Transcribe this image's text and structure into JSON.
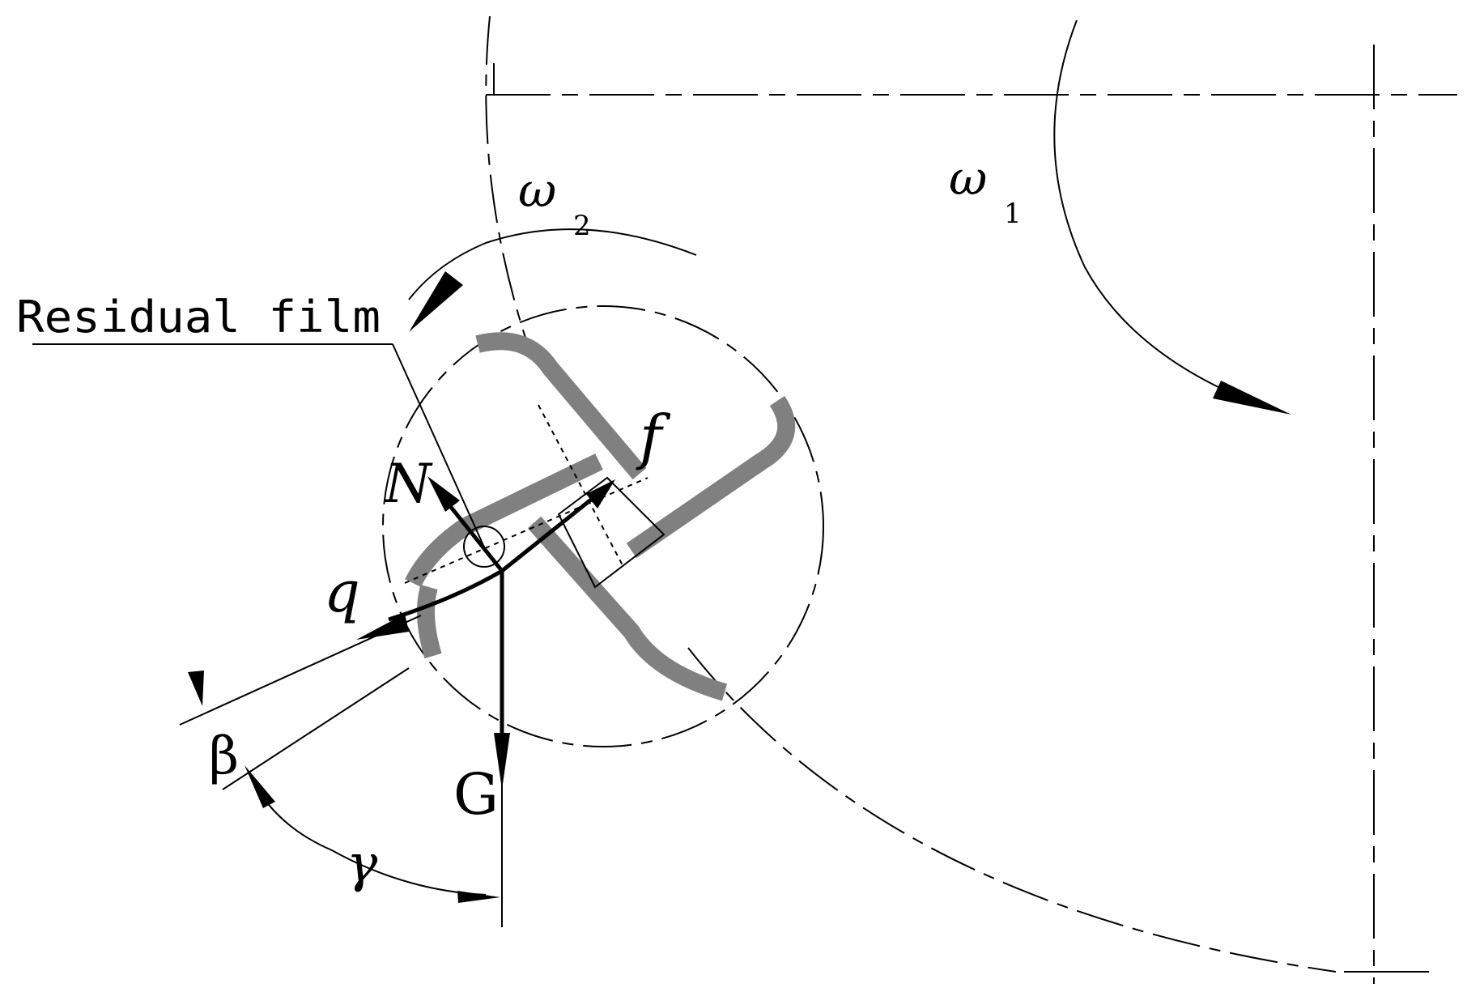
{
  "labels": {
    "omega1_main": "ω",
    "omega1_sub": "1",
    "omega2_main": "ω",
    "omega2_sub": "2",
    "residual_film": "Residual film",
    "N": "N",
    "f": "f",
    "q": "q",
    "G": "G",
    "beta": "β",
    "gamma": "γ"
  },
  "colors": {
    "line": "#000000",
    "rake_tooth": "#808080",
    "background": "#ffffff"
  }
}
